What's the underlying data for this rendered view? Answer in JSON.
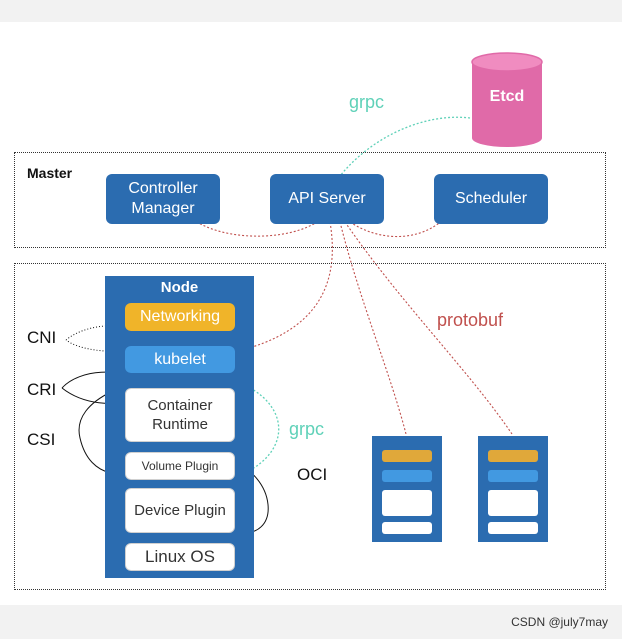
{
  "etcd": {
    "label": "Etcd",
    "color": "#e06aa8"
  },
  "master": {
    "label": "Master",
    "components": {
      "controller_manager": "Controller\nManager",
      "api_server": "API Server",
      "scheduler": "Scheduler"
    }
  },
  "node": {
    "title": "Node",
    "networking": "Networking",
    "kubelet": "kubelet",
    "container_runtime": "Container\nRuntime",
    "volume_plugin": "Volume Plugin",
    "device_plugin": "Device Plugin",
    "linux_os": "Linux OS"
  },
  "interfaces": {
    "cni": "CNI",
    "cri": "CRI",
    "csi": "CSI",
    "oci": "OCI"
  },
  "annotations": {
    "grpc_top": "grpc",
    "grpc_mid": "grpc",
    "protobuf": "protobuf"
  },
  "colors": {
    "primary_blue": "#2b6cb0",
    "networking_yellow": "#f0b429",
    "kubelet_blue": "#4299e1",
    "grpc_teal": "#5fd1b8",
    "protobuf_red": "#c0504d"
  },
  "watermark": "CSDN @july7may"
}
